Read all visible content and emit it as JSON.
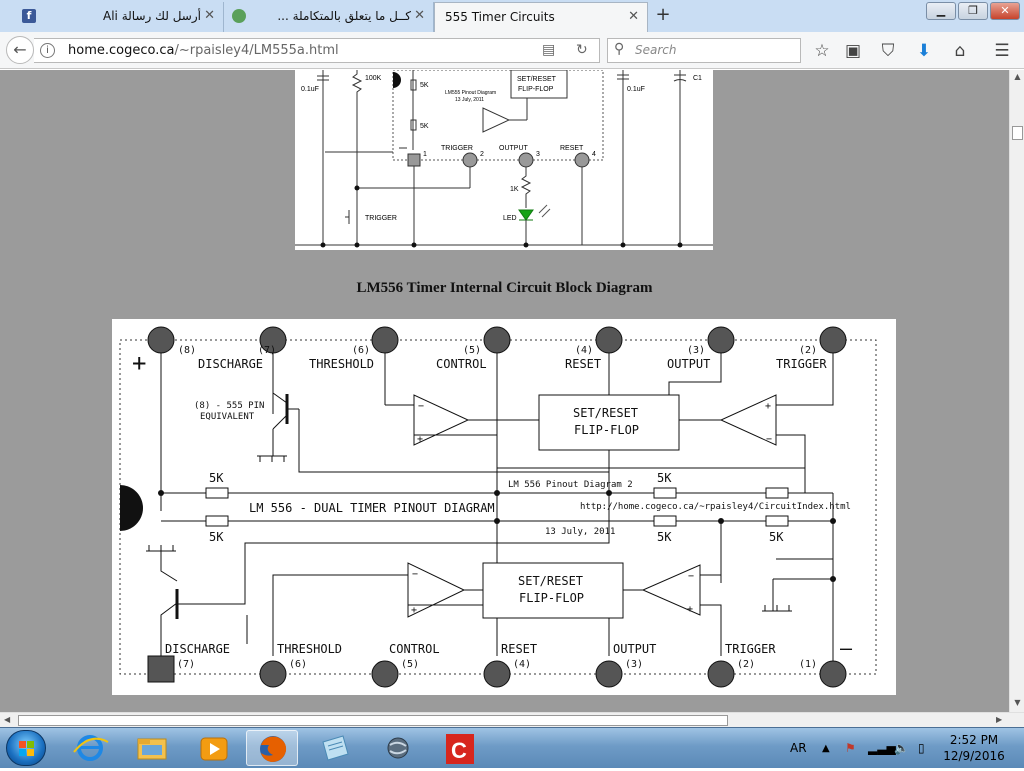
{
  "tabs": [
    {
      "title": "أرسل لك رسالة Ali",
      "favicon": "facebook-icon"
    },
    {
      "title": "كــل ما يتعلق بالمتكاملة ...",
      "favicon": "site-icon"
    },
    {
      "title": "555 Timer Circuits",
      "favicon": "",
      "active": true
    }
  ],
  "nav": {
    "url_domain": "home.cogeco.ca",
    "url_path": "/~rpaisley4/LM555a.html",
    "search_placeholder": "Search"
  },
  "page": {
    "heading": "LM556 Timer Internal Circuit Block Diagram",
    "top_diagram": {
      "labels": {
        "c1": "0.1uF",
        "r100k": "100K",
        "r5k_a": "5K",
        "r5k_b": "5K",
        "ff": [
          "SET/RESET",
          "FLIP-FLOP"
        ],
        "pinout_title": "LM555 Pinout Diagram",
        "date": "13 July, 2011",
        "trigger_pin": "TRIGGER",
        "output_pin": "OUTPUT",
        "reset_pin": "RESET",
        "pin1": "1",
        "pin2": "2",
        "pin3": "3",
        "pin4": "4",
        "r1k": "1K",
        "led": "LED",
        "trigger_btn": "TRIGGER",
        "c2": "0.1uF",
        "c3": "C1"
      }
    },
    "diagram": {
      "top_pins": [
        {
          "num": "(8)",
          "label": ""
        },
        {
          "num": "(7)",
          "label": "DISCHARGE"
        },
        {
          "num": "(6)",
          "label": "THRESHOLD"
        },
        {
          "num": "(5)",
          "label": "CONTROL"
        },
        {
          "num": "(4)",
          "label": "RESET"
        },
        {
          "num": "(3)",
          "label": "OUTPUT"
        },
        {
          "num": "(2)",
          "label": "TRIGGER"
        }
      ],
      "bottom_pins": [
        {
          "num": "(7)",
          "label": "DISCHARGE"
        },
        {
          "num": "(6)",
          "label": "THRESHOLD"
        },
        {
          "num": "(5)",
          "label": "CONTROL"
        },
        {
          "num": "(4)",
          "label": "RESET"
        },
        {
          "num": "(3)",
          "label": "OUTPUT"
        },
        {
          "num": "(2)",
          "label": "TRIGGER"
        },
        {
          "num": "(1)",
          "label": ""
        }
      ],
      "plus": "+",
      "minus": "—",
      "equiv_note": [
        "(8) - 555 PIN",
        "EQUIVALENT"
      ],
      "ff_top": [
        "SET/RESET",
        "FLIP-FLOP"
      ],
      "ff_bottom": [
        "SET/RESET",
        "FLIP-FLOP"
      ],
      "res_5k": "5K",
      "pinout_caption": "LM 556 Pinout Diagram 2",
      "main_title": "LM 556 - DUAL TIMER PINOUT DIAGRAM",
      "url_text": "http://home.cogeco.ca/~rpaisley4/CircuitIndex.html",
      "date": "13 July, 2011"
    }
  },
  "tray": {
    "lang": "AR",
    "time": "2:52 PM",
    "date": "12/9/2016"
  }
}
